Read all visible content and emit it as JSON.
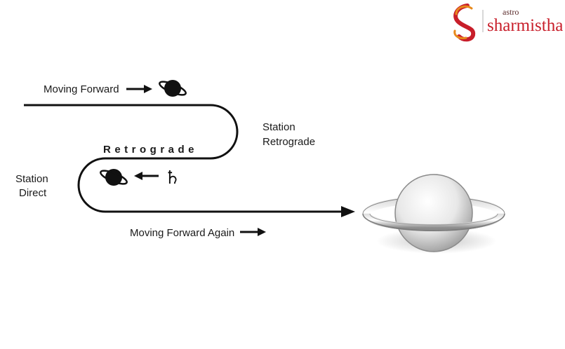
{
  "logo": {
    "small_text": "astro",
    "main_text": "sharmistha",
    "icon": "swirl-s-logo-icon",
    "colors": {
      "red": "#c81e2a",
      "orange": "#e88a1c"
    }
  },
  "labels": {
    "moving_forward": "Moving Forward",
    "station_retrograde_line1": "Station",
    "station_retrograde_line2": "Retrograde",
    "retrograde": "Retrograde",
    "station_direct_line1": "Station",
    "station_direct_line2": "Direct",
    "moving_forward_again": "Moving Forward Again",
    "saturn_symbol": "♄"
  },
  "icons": {
    "small_planet": "saturn-planet-icon",
    "large_planet": "saturn-large-illustration",
    "arrow": "arrow-icon"
  },
  "colors": {
    "path": "#111111",
    "text": "#1a1a1a"
  }
}
